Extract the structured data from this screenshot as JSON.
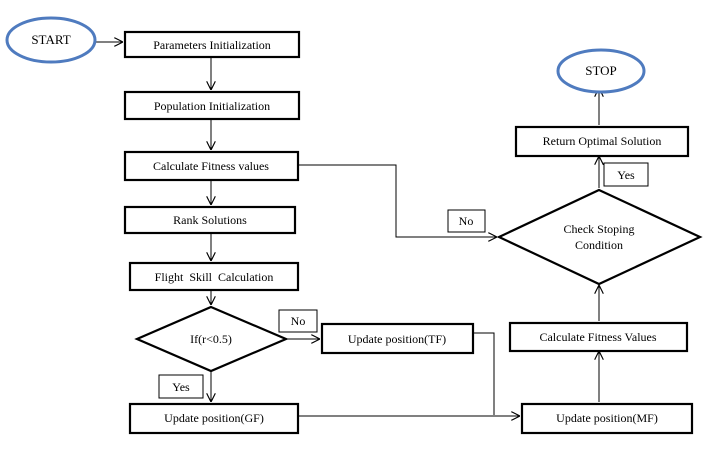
{
  "terminals": {
    "start": "START",
    "stop": "STOP"
  },
  "steps": {
    "params_init": "Parameters Initialization",
    "pop_init": "Population Initialization",
    "calc_fitness": "Calculate Fitness values",
    "rank": "Rank Solutions",
    "flight_skill": "Flight  Skill  Calculation",
    "update_gf": "Update position(GF)",
    "update_tf": "Update position(TF)",
    "update_mf": "Update position(MF)",
    "calc_fitness_values": "Calculate Fitness Values",
    "return_optimal": "Return Optimal Solution"
  },
  "decisions": {
    "if_r": "If(r<0.5)",
    "check_stop_line1": "Check Stoping",
    "check_stop_line2": "Condition"
  },
  "branch_labels": {
    "if_no": "No",
    "if_yes": "Yes",
    "check_no": "No",
    "check_yes": "Yes"
  }
}
